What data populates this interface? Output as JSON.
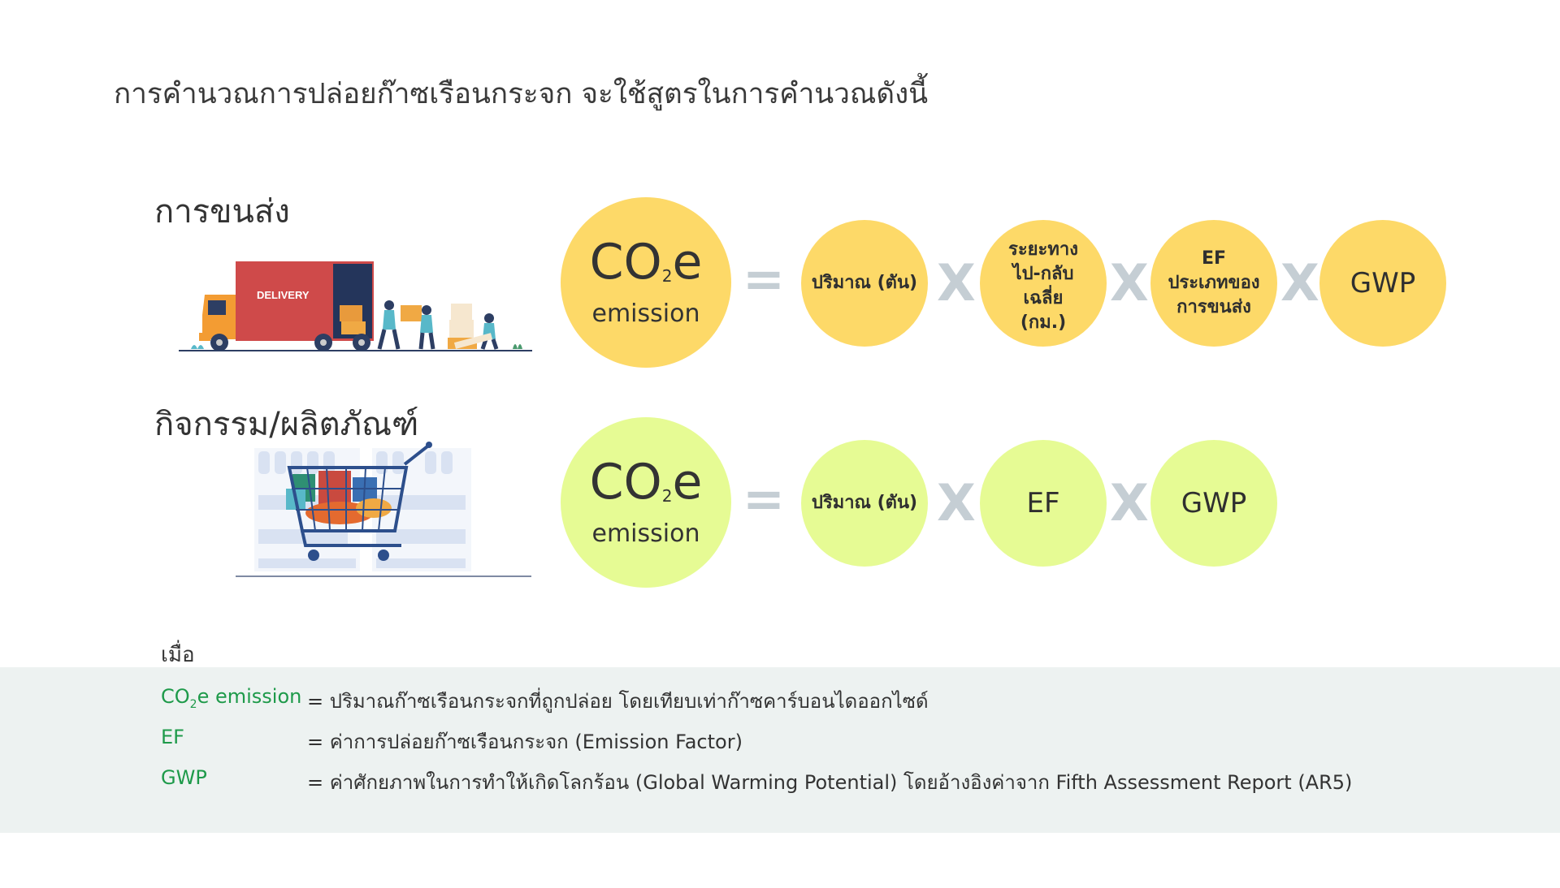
{
  "heading": "การคำนวณการปล่อยก๊าซเรือนกระจก จะใช้สูตรในการคำนวณดังนี้",
  "sections": {
    "transport": {
      "label": "การขนส่ง",
      "truck_text": "DELIVERY",
      "result": {
        "main": "CO",
        "sub": "2",
        "e": "e",
        "caption": "emission"
      },
      "equals": "=",
      "operator": "X",
      "terms": [
        "ปริมาณ (ตัน)",
        "ระยะทาง\nไป-กลับ\nเฉลี่ย\n(กม.)",
        "EF\nประเภทของ\nการขนส่ง",
        "GWP"
      ],
      "color": "#fdd968"
    },
    "activity": {
      "label": "กิจกรรม/ผลิตภัณฑ์",
      "result": {
        "main": "CO",
        "sub": "2",
        "e": "e",
        "caption": "emission"
      },
      "equals": "=",
      "operator": "X",
      "terms": [
        "ปริมาณ (ตัน)",
        "EF",
        "GWP"
      ],
      "color": "#e6fb94"
    }
  },
  "definitions": {
    "when": "เมื่อ",
    "items": [
      {
        "term_main": "CO",
        "term_sub": "2",
        "term_rest": "e emission",
        "desc": "= ปริมาณก๊าซเรือนกระจกที่ถูกปล่อย โดยเทียบเท่าก๊าซคาร์บอนไดออกไซด์"
      },
      {
        "term_main": "EF",
        "term_sub": "",
        "term_rest": "",
        "desc": "= ค่าการปล่อยก๊าซเรือนกระจก (Emission Factor)"
      },
      {
        "term_main": "GWP",
        "term_sub": "",
        "term_rest": "",
        "desc": "= ค่าศักยภาพในการทำให้เกิดโลกร้อน (Global Warming Potential) โดยอ้างอิงค่าจาก Fifth Assessment Report (AR5)"
      }
    ],
    "term_color": "#1e9a4a"
  }
}
